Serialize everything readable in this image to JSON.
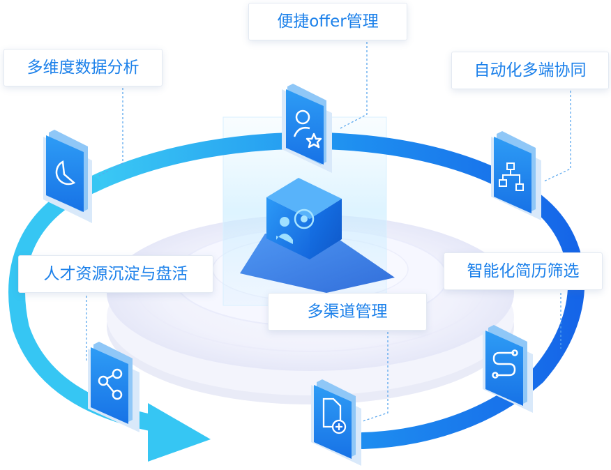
{
  "features": {
    "offer": "便捷offer管理",
    "analytics": "多维度数据分析",
    "sync": "自动化多端协同",
    "talent": "人才资源沉淀与盘活",
    "screening": "智能化简历筛选",
    "channels": "多渠道管理"
  },
  "icons": {
    "offer": "user-star-icon",
    "analytics": "pie-chart-icon",
    "sync": "org-chart-icon",
    "talent": "network-nodes-icon",
    "screening": "route-icon",
    "channels": "document-add-icon",
    "center": "person-target-cube-icon"
  },
  "colors": {
    "ring_start": "#39c8f3",
    "ring_end": "#1565e8",
    "label_text": "#1b80ea",
    "cube": "#1a7ff0"
  }
}
